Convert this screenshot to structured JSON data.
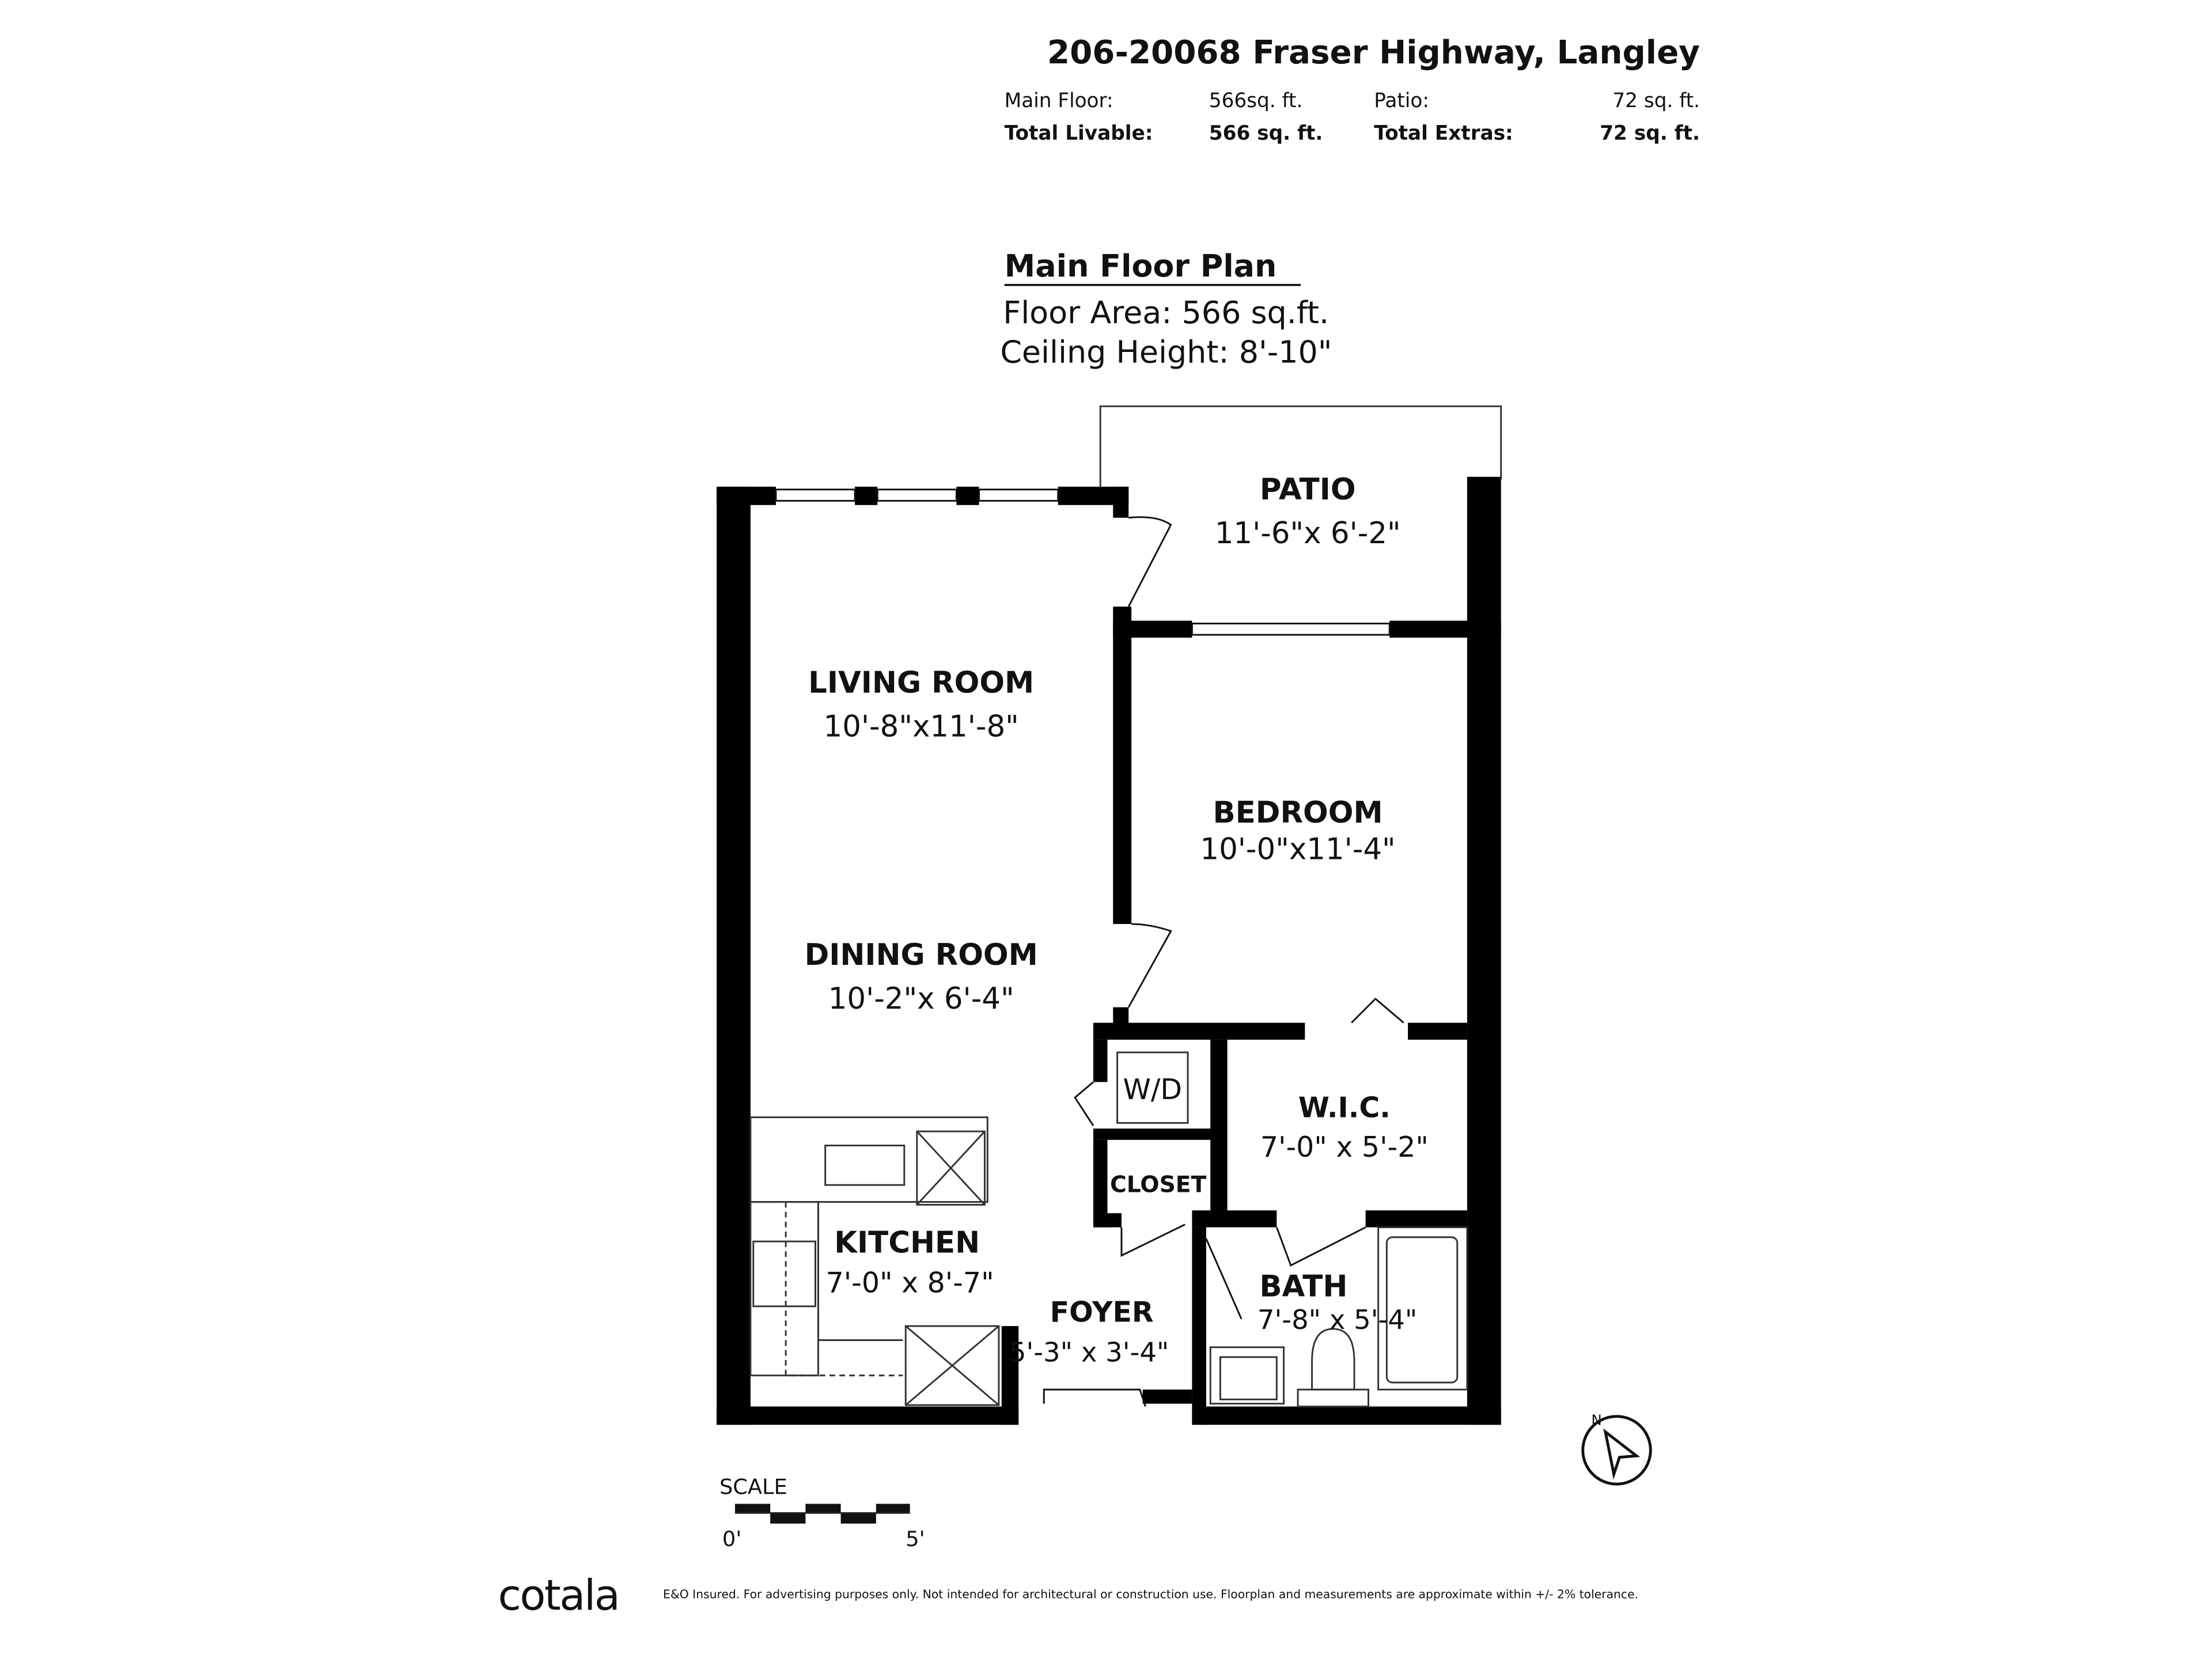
{
  "header": {
    "address": "206-20068 Fraser Highway, Langley",
    "main_floor_label": "Main Floor:",
    "main_floor_value": "566sq. ft.",
    "patio_label": "Patio:",
    "patio_value": "72 sq. ft.",
    "total_livable_label": "Total Livable:",
    "total_livable_value": "566 sq. ft.",
    "total_extras_label": "Total Extras:",
    "total_extras_value": "72 sq. ft."
  },
  "plan": {
    "title": "Main Floor Plan",
    "floor_area": "Floor Area: 566 sq.ft.",
    "ceiling_height": "Ceiling Height: 8'-10\""
  },
  "rooms": {
    "patio": {
      "name": "PATIO",
      "dims": "11'-6\"x 6'-2\""
    },
    "living": {
      "name": "LIVING ROOM",
      "dims": "10'-8\"x11'-8\""
    },
    "bedroom": {
      "name": "BEDROOM",
      "dims": "10'-0\"x11'-4\""
    },
    "dining": {
      "name": "DINING ROOM",
      "dims": "10'-2\"x 6'-4\""
    },
    "wd": {
      "name": "W/D"
    },
    "wic": {
      "name": "W.I.C.",
      "dims": "7'-0\" x 5'-2\""
    },
    "closet": {
      "name": "CLOSET"
    },
    "kitchen": {
      "name": "KITCHEN",
      "dims": "7'-0\" x 8'-7\""
    },
    "bath": {
      "name": "BATH",
      "dims": "7'-8\" x 5'-4\""
    },
    "foyer": {
      "name": "FOYER",
      "dims": "5'-3\" x 3'-4\""
    }
  },
  "scale": {
    "label": "SCALE",
    "start": "0'",
    "end": "5'"
  },
  "compass": {
    "label": "N"
  },
  "footer": {
    "brand": "cotala",
    "disclaimer": "E&O Insured. For advertising purposes only. Not intended for architectural or construction use. Floorplan and measurements are approximate within +/- 2% tolerance."
  }
}
